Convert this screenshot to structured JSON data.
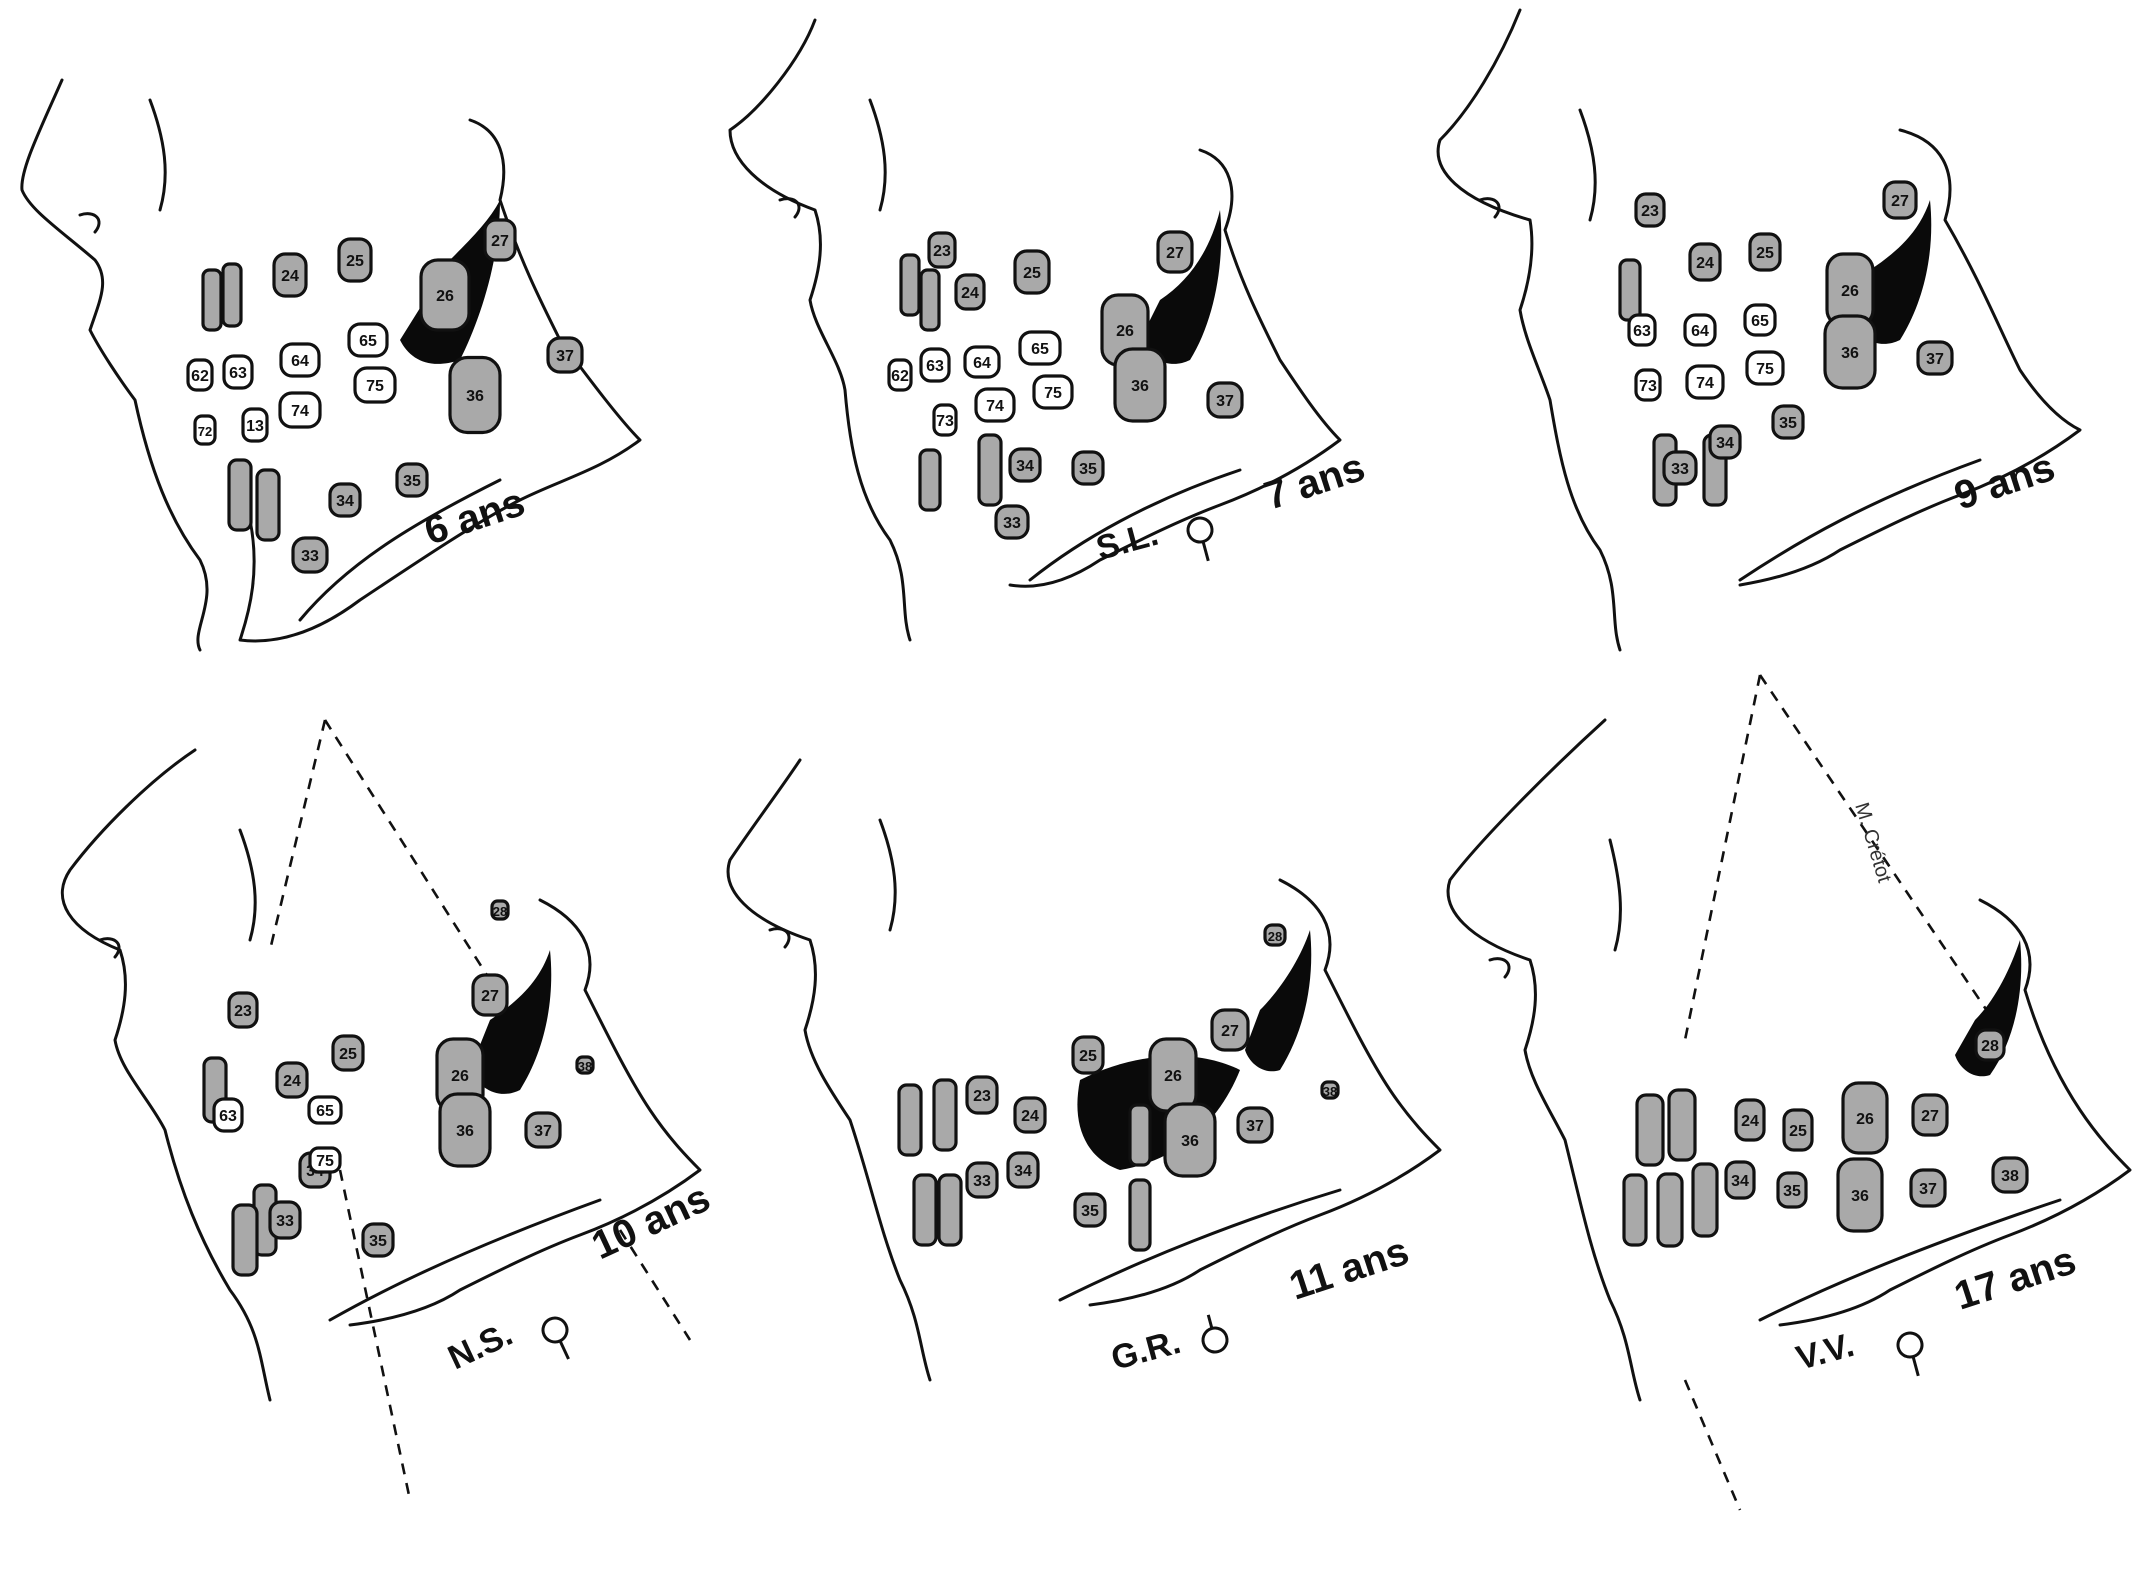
{
  "credit": "M. Crétot",
  "panels": [
    {
      "id": "p1",
      "age": "6 ans",
      "initials": "",
      "sex_symbol": false,
      "teeth": {
        "deciduous": [
          "62",
          "63",
          "64",
          "65",
          "72",
          "13",
          "74",
          "75"
        ],
        "permanent": [
          "24",
          "25",
          "26",
          "27",
          "36",
          "37",
          "34",
          "35",
          "33"
        ]
      }
    },
    {
      "id": "p2",
      "age": "7 ans",
      "initials": "S.L.",
      "sex_symbol": true,
      "teeth": {
        "deciduous": [
          "62",
          "63",
          "64",
          "65",
          "73",
          "74",
          "75"
        ],
        "permanent": [
          "23",
          "24",
          "25",
          "26",
          "27",
          "36",
          "37",
          "34",
          "35",
          "33"
        ]
      }
    },
    {
      "id": "p3",
      "age": "9 ans",
      "initials": "",
      "sex_symbol": false,
      "teeth": {
        "deciduous": [
          "63",
          "64",
          "65",
          "73",
          "74",
          "75"
        ],
        "permanent": [
          "23",
          "24",
          "25",
          "26",
          "27",
          "36",
          "37",
          "34",
          "35",
          "33"
        ]
      }
    },
    {
      "id": "p4",
      "age": "10 ans",
      "initials": "N.S.",
      "sex_symbol": true,
      "teeth": {
        "deciduous": [
          "63",
          "65",
          "75"
        ],
        "permanent": [
          "23",
          "24",
          "25",
          "26",
          "27",
          "28",
          "36",
          "37",
          "38",
          "34",
          "35",
          "33"
        ]
      }
    },
    {
      "id": "p5",
      "age": "11 ans",
      "initials": "G.R.",
      "sex_symbol": true,
      "teeth": {
        "deciduous": [],
        "permanent": [
          "23",
          "24",
          "25",
          "26",
          "27",
          "28",
          "36",
          "37",
          "38",
          "34",
          "35",
          "33"
        ]
      }
    },
    {
      "id": "p6",
      "age": "17 ans",
      "initials": "V.V.",
      "sex_symbol": true,
      "teeth": {
        "deciduous": [],
        "permanent": [
          "24",
          "25",
          "26",
          "27",
          "28",
          "34",
          "35",
          "36",
          "37",
          "38"
        ]
      }
    }
  ]
}
